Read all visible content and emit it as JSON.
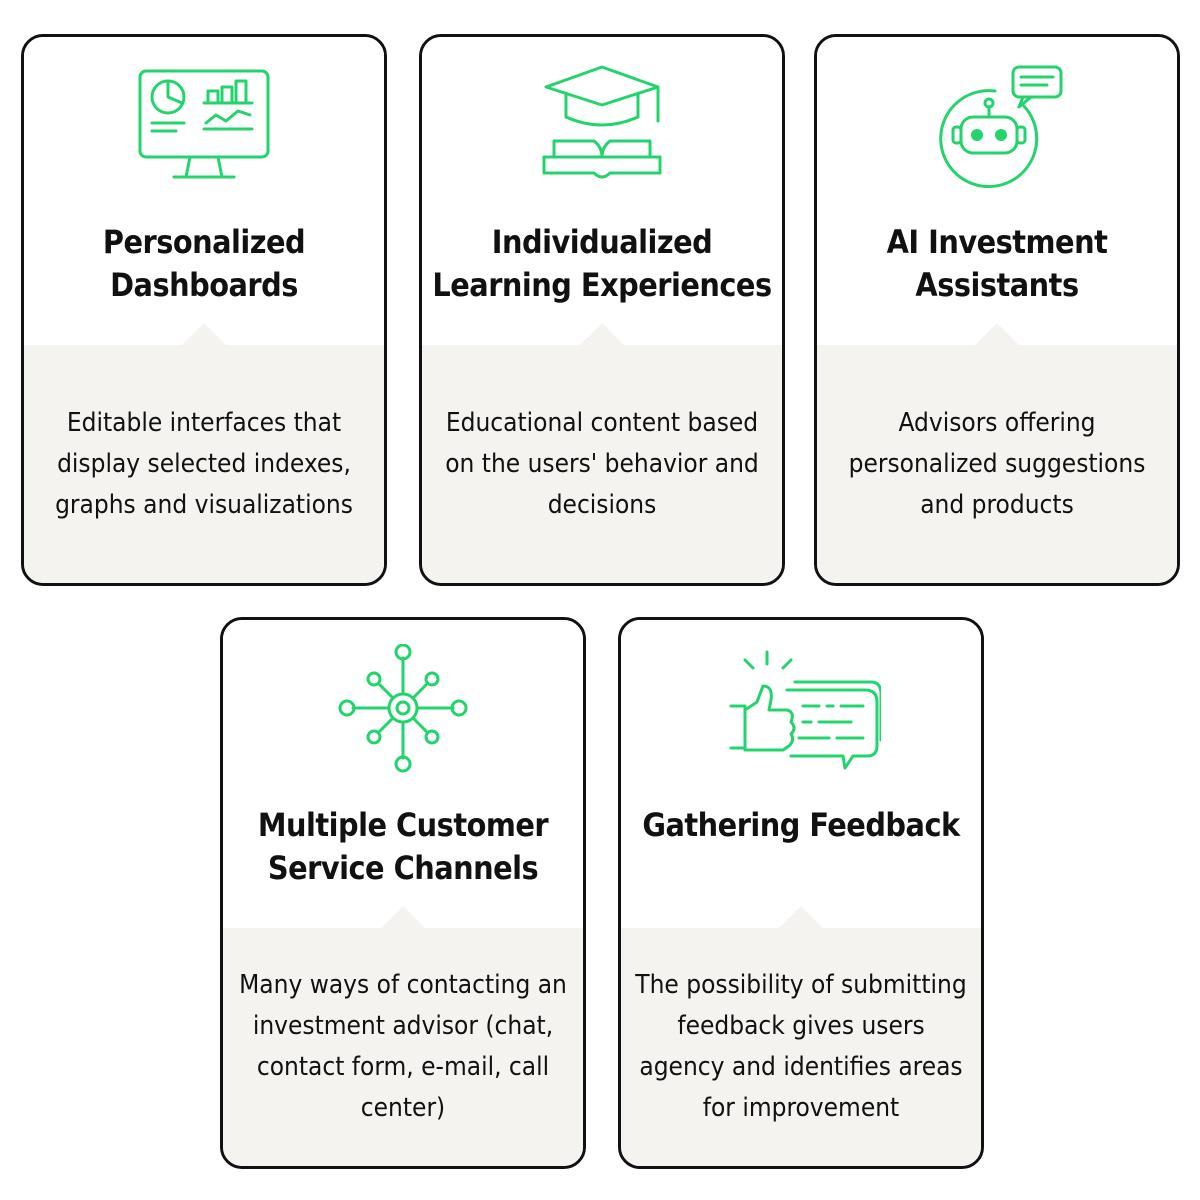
{
  "accent_color": "#22d46b",
  "cards": [
    {
      "icon": "dashboard-monitor-icon",
      "title": "Personalized Dashboards",
      "description": "Editable interfaces that display selected indexes, graphs and visualizations"
    },
    {
      "icon": "graduation-cap-book-icon",
      "title": "Individualized Learning Experiences",
      "description": "Educational content based on the users' behavior and decisions"
    },
    {
      "icon": "robot-chat-icon",
      "title": "AI Investment Assistants",
      "description": "Advisors offering personalized suggestions and products"
    },
    {
      "icon": "network-hub-icon",
      "title": "Multiple Customer Service Channels",
      "description": "Many ways of contacting an investment advisor (chat, contact form, e-mail, call center)"
    },
    {
      "icon": "thumbs-up-feedback-icon",
      "title": "Gathering Feedback",
      "description": "The possibility of submitting feedback gives users agency and identifies areas for improvement"
    }
  ]
}
